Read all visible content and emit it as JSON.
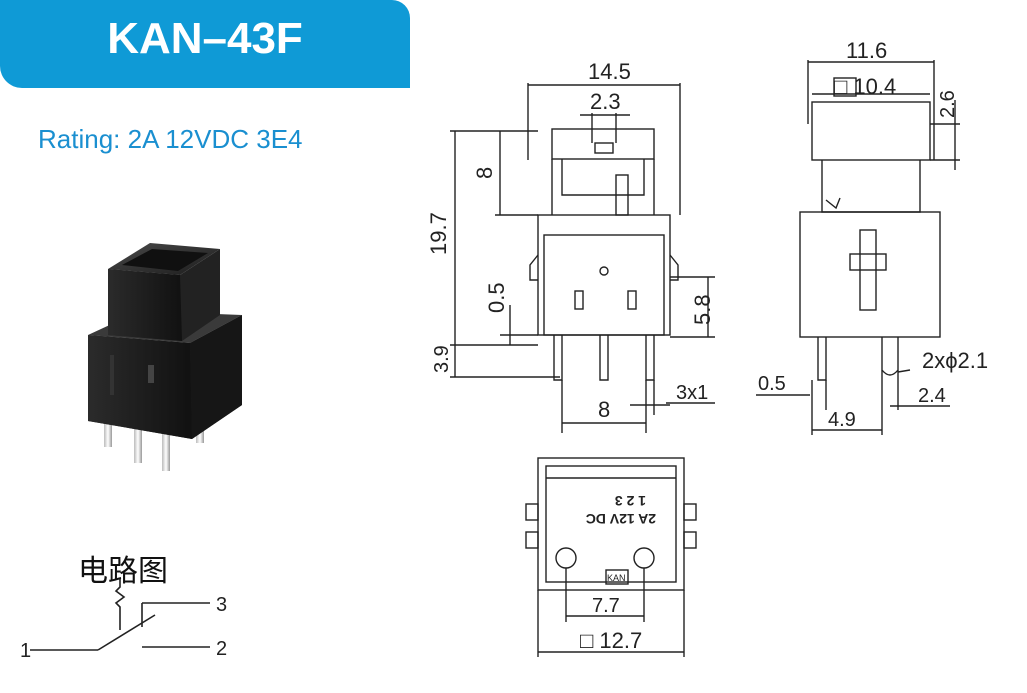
{
  "header": {
    "model": "KAN–43F",
    "rating": "Rating: 2A 12VDC 3E4"
  },
  "colors": {
    "accent": "#0f9ad6",
    "rating_text": "#1a8fd0",
    "line": "#222222"
  },
  "circuit": {
    "title": "电路图",
    "terminal_1": "1",
    "terminal_2": "2",
    "terminal_3": "3"
  },
  "front_view": {
    "width": "14.5",
    "button_width": "2.3",
    "button_height": "8",
    "total_height": "19.7",
    "offset": "0.5",
    "pin_length": "3.9",
    "body_step": "5.8",
    "pin_pitch": "8",
    "pin_size": "3x1"
  },
  "side_view": {
    "outer_width": "11.6",
    "cap_width": "□ 10.4",
    "cap_height": "2.6",
    "pin_diameter": "2xϕ2.1",
    "pin_offset": "0.5",
    "left_spacing": "4.9",
    "right_spacing": "2.4"
  },
  "bottom_view": {
    "marking_line1": "1  2  3",
    "marking_line2": "2A 12V DC",
    "hole_pitch": "7.7",
    "body_size": "□ 12.7",
    "logo": "KAN"
  }
}
